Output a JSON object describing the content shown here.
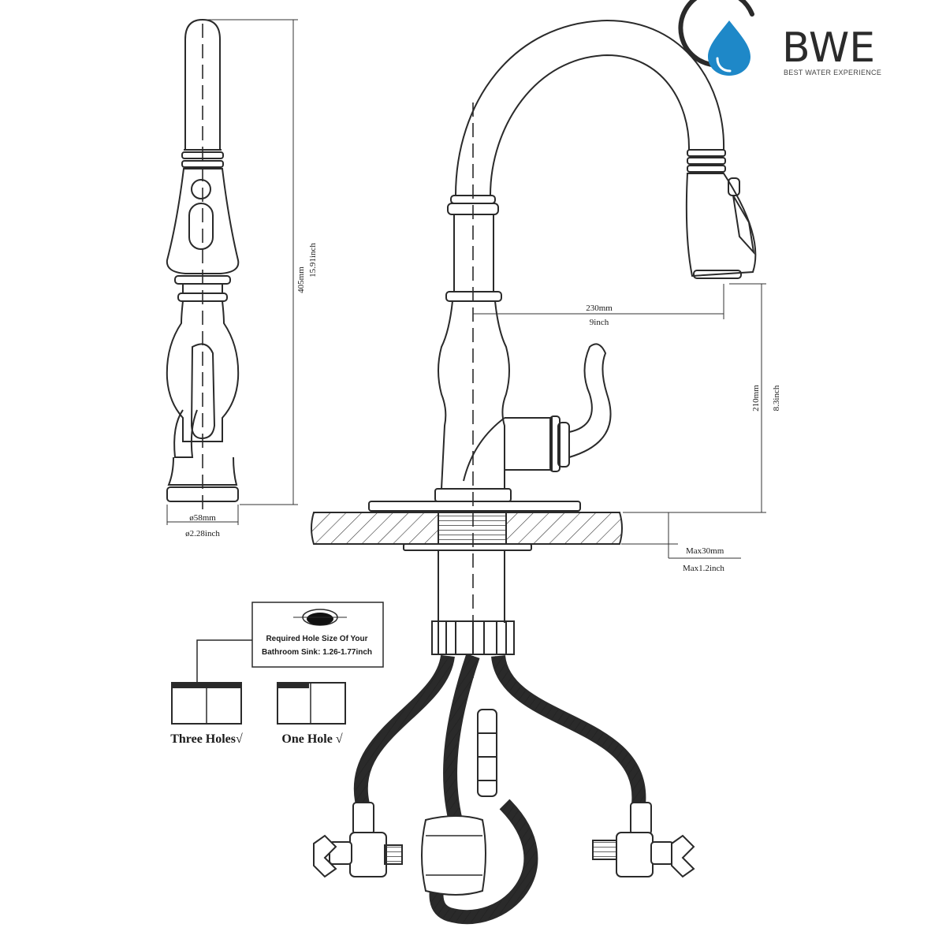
{
  "brand": {
    "name": "BWE",
    "tagline": "BEST WATER EXPERIENCE",
    "accent_color": "#1e88c8",
    "icon": "water-drop-icon"
  },
  "dimensions": {
    "height_mm": "405mm",
    "height_inch": "15.91inch",
    "base_mm": "ø58mm",
    "base_inch": "ø2.28inch",
    "reach_mm": "230mm",
    "reach_inch": "9inch",
    "spout_height_mm": "210mm",
    "spout_height_inch": "8.3inch",
    "deck_max_mm": "Max30mm",
    "deck_max_inch": "Max1.2inch"
  },
  "hole_note": {
    "line1": "Required Hole Size Of Your",
    "line2": "Bathroom Sink: 1.26-1.77inch"
  },
  "options": [
    {
      "label": "Three Holes√"
    },
    {
      "label": "One Hole √"
    }
  ]
}
